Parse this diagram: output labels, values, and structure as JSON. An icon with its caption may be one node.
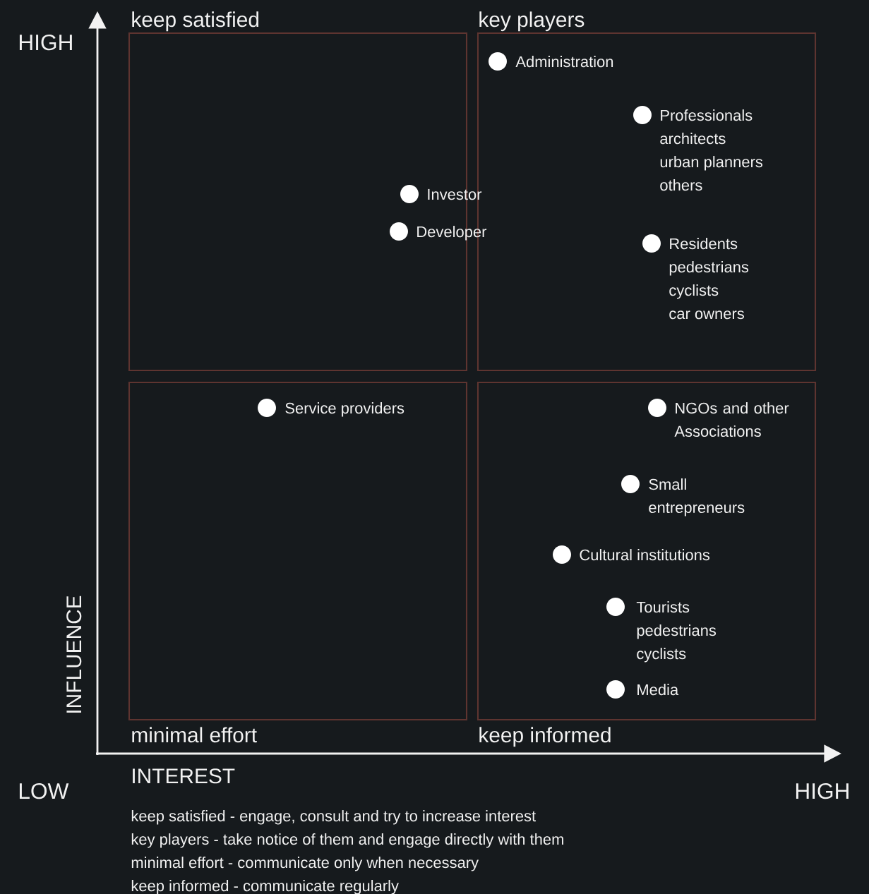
{
  "diagram": {
    "nodes": [
      {
        "text": [
          "keep satisfied"
        ]
      },
      {
        "text": [
          "key players"
        ]
      },
      {
        "text": [
          "minimal effort"
        ]
      },
      {
        "text": [
          "keep informed"
        ]
      },
      {
        "text": [],
        "shape": "circle",
        "in": 1,
        "beside": [
          "Administration"
        ]
      },
      {
        "text": [],
        "shape": "circle",
        "in": 1,
        "beside": [
          "Professionals",
          "architects",
          "urban planners",
          "others"
        ]
      },
      {
        "text": [],
        "shape": "circle",
        "in": 0,
        "beside": [
          "Investor"
        ]
      },
      {
        "text": [],
        "shape": "circle",
        "in": 0,
        "beside": [
          "Developer"
        ]
      },
      {
        "text": [],
        "shape": "circle",
        "in": 1,
        "beside": [
          "Residents",
          "pedestrians",
          "cyclists",
          "car owners"
        ]
      },
      {
        "text": [],
        "shape": "circle",
        "in": 2,
        "beside": [
          "Service providers"
        ]
      },
      {
        "text": [],
        "shape": "circle",
        "in": 3,
        "beside": [
          "NGOs and other Associations"
        ]
      },
      {
        "text": [],
        "shape": "circle",
        "in": 3,
        "beside": [
          "Small entrepreneurs"
        ]
      },
      {
        "text": [],
        "shape": "circle",
        "in": 3,
        "beside": [
          "Cultural institutions"
        ]
      },
      {
        "text": [],
        "shape": "circle",
        "in": 3,
        "beside": [
          "Tourists",
          "pedestrians",
          "cyclists"
        ]
      },
      {
        "text": [],
        "shape": "circle",
        "in": 3,
        "beside": [
          "Media"
        ]
      }
    ],
    "edges": [],
    "labels": [
      "HIGH",
      "INFLUENCE",
      "LOW",
      "INTEREST",
      "HIGH",
      "keep satisfied - engage, consult and try to increase interest",
      "key players - take notice of them and engage directly with them",
      "minimal effort - communicate only when necessary",
      "keep informed - communicate regularly"
    ]
  }
}
